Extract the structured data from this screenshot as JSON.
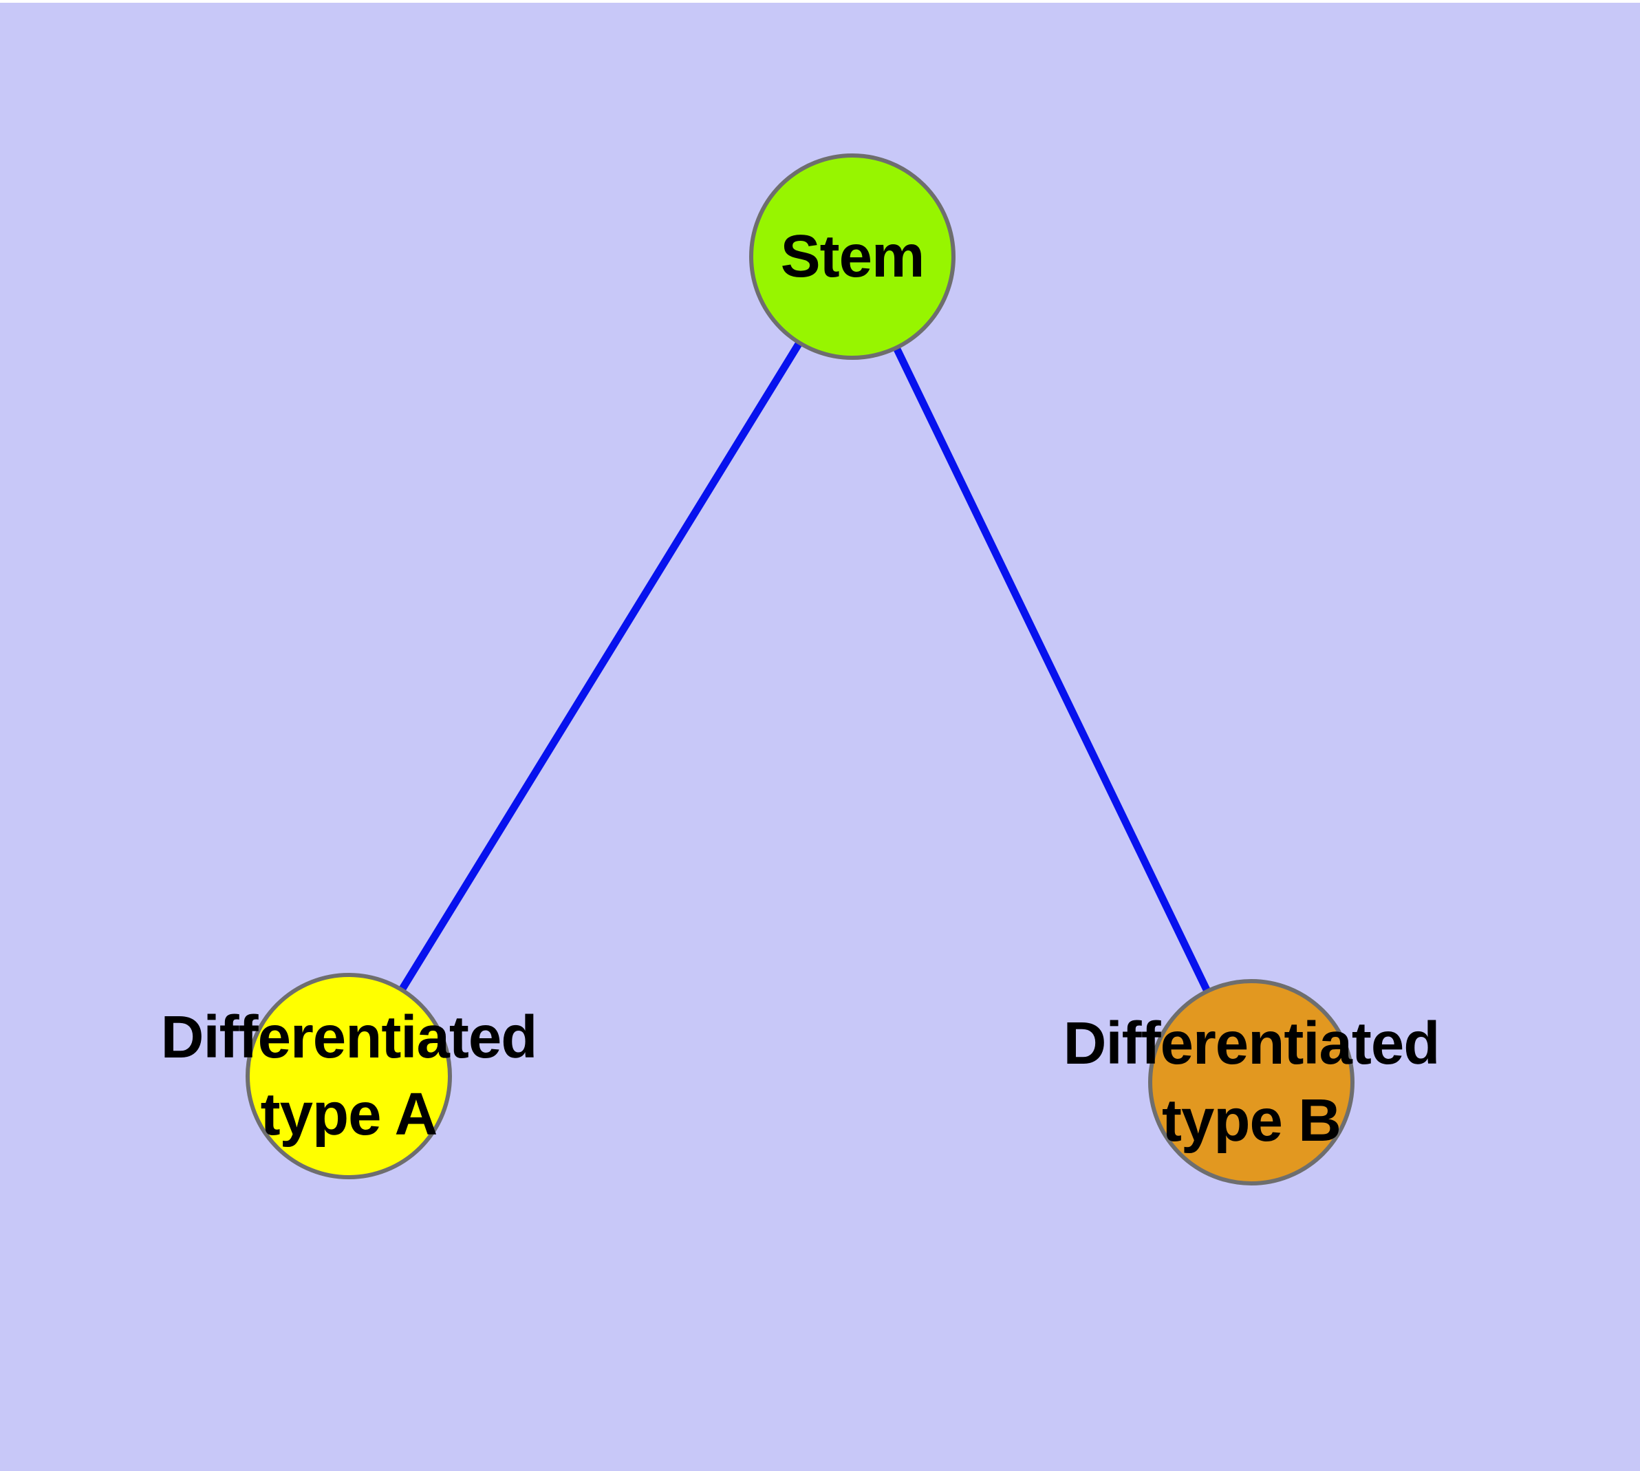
{
  "diagram": {
    "type": "graph",
    "description": "Cell differentiation diagram: a stem node linked to two differentiated cell type nodes",
    "background_color": "#c8c8f8",
    "top_strip_color": "#ffffff",
    "edge_color": "#0712ee",
    "node_border_color": "#6e6e6e",
    "label_color": "#000000",
    "nodes": [
      {
        "id": "stem",
        "label": "Stem",
        "lines": [
          "Stem"
        ],
        "fill": "#97f500"
      },
      {
        "id": "type-a",
        "label": "Differentiated type A",
        "lines": [
          "Differentiated",
          "type A"
        ],
        "fill": "#ffff00"
      },
      {
        "id": "type-b",
        "label": "Differentiated type B",
        "lines": [
          "Differentiated",
          "type B"
        ],
        "fill": "#e29820"
      }
    ],
    "edges": [
      {
        "from": "stem",
        "to": "type-a"
      },
      {
        "from": "stem",
        "to": "type-b"
      }
    ]
  }
}
